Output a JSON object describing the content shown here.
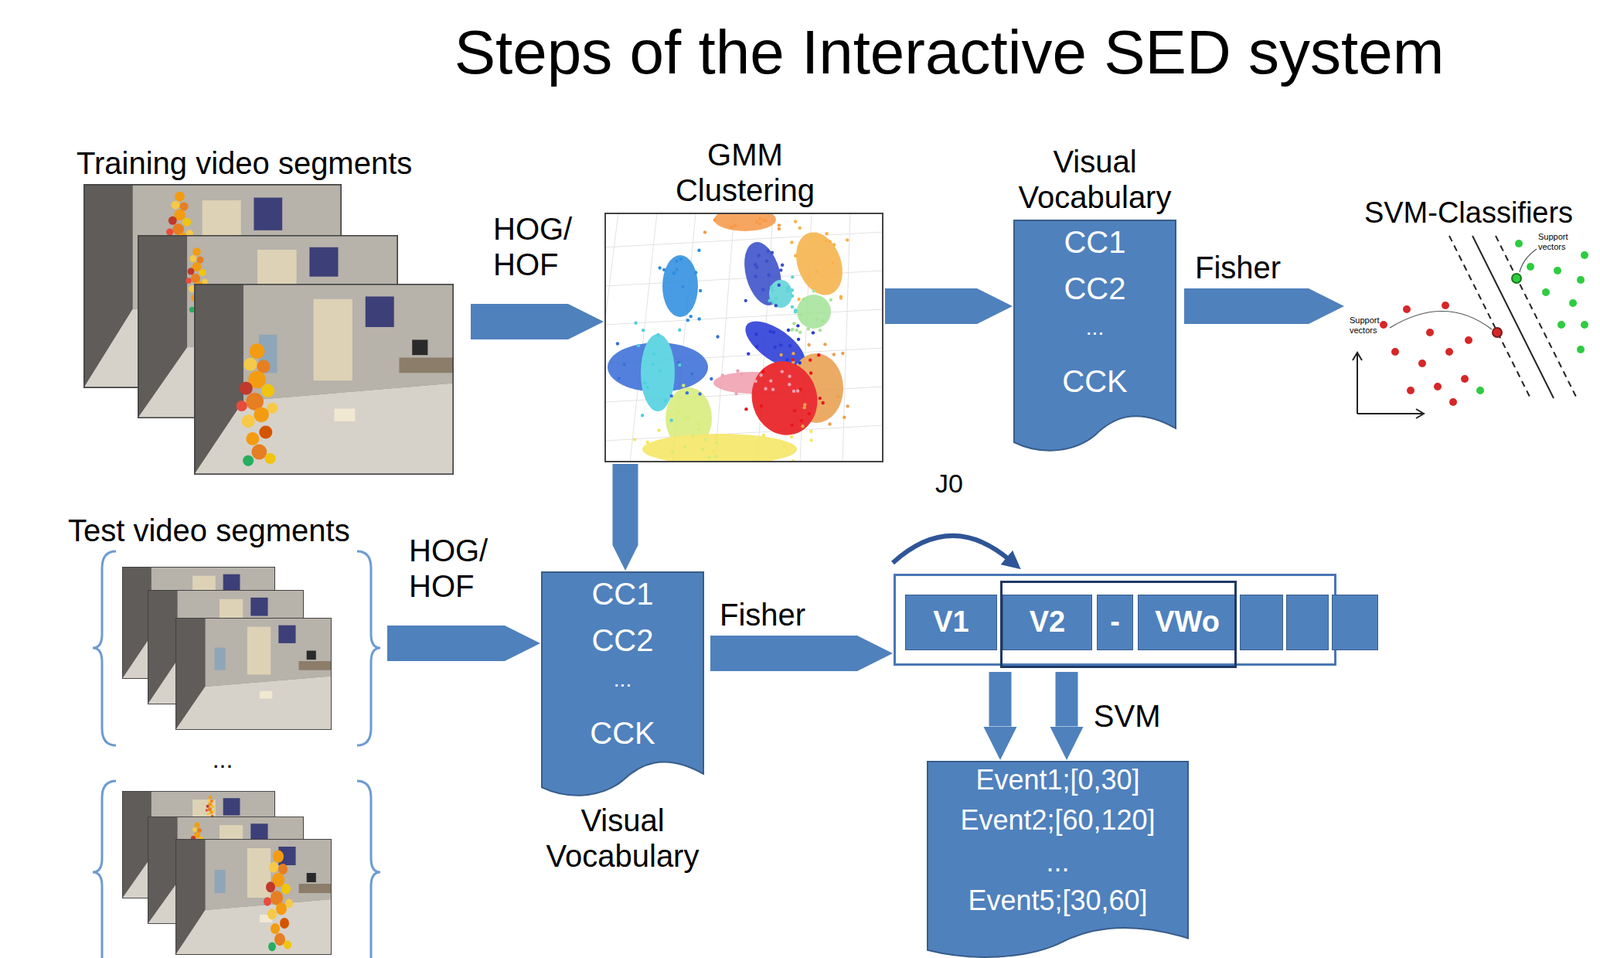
{
  "diagram": {
    "title": "Steps of the Interactive SED system",
    "nodes": [
      {
        "text": [
          "Training video segments"
        ]
      },
      {
        "text": [
          "GMM Clustering"
        ]
      },
      {
        "text": [
          "Visual Vocabulary",
          "CC1",
          "CC2",
          "...",
          "CCK"
        ]
      },
      {
        "text": [
          "SVM-Classifiers"
        ]
      },
      {
        "text": [
          "Test video segments"
        ]
      },
      {
        "text": [
          "CC1",
          "CC2",
          "...",
          "CCK",
          "Visual Vocabulary"
        ]
      },
      {
        "text": [
          "V1",
          "V2",
          "-",
          "VWo"
        ]
      },
      {
        "text": [
          "Event1;[0,30]",
          "Event2;[60,120]",
          "...",
          "Event5;[30,60]"
        ]
      }
    ],
    "edges": [
      {
        "from": 0,
        "to": 1,
        "label": "HOG/ HOF",
        "arrow": "to"
      },
      {
        "from": 1,
        "to": 2,
        "arrow": "to"
      },
      {
        "from": 2,
        "to": 3,
        "label": "Fisher",
        "arrow": "to"
      },
      {
        "from": 1,
        "to": 5,
        "arrow": "to"
      },
      {
        "from": 4,
        "to": 5,
        "label": "HOG/ HOF",
        "arrow": "to"
      },
      {
        "from": 5,
        "to": 6,
        "label": "Fisher",
        "arrow": "to"
      },
      {
        "from": 6,
        "to": 7,
        "arrow": "to"
      },
      {
        "from": 6,
        "to": 7,
        "label": "SVM",
        "arrow": "to"
      }
    ],
    "labels": [
      "J0",
      "...",
      "Support vectors",
      "Support vectors"
    ]
  }
}
